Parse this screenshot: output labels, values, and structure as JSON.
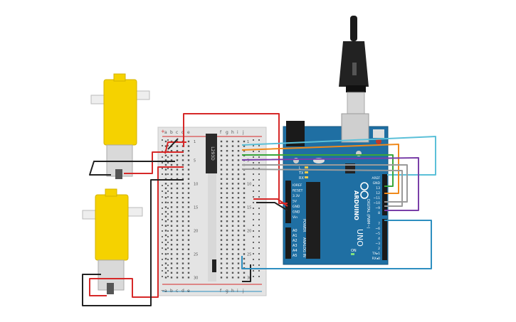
{
  "canvas": {
    "background": "#ffffff"
  },
  "breadboard": {
    "rail_plus": "+",
    "rail_minus": "−",
    "columns_left": [
      "a",
      "b",
      "c",
      "d",
      "e"
    ],
    "columns_right": [
      "f",
      "g",
      "h",
      "i",
      "j"
    ],
    "row_labels": [
      "1",
      "5",
      "10",
      "15",
      "20",
      "25",
      "30"
    ]
  },
  "ic": {
    "label": "L293D"
  },
  "arduino": {
    "brand": "ARDUINO",
    "model": "UNO",
    "power_labels": [
      "IOREF",
      "RESET",
      "3.3V",
      "5V",
      "GND",
      "GND",
      "Vin"
    ],
    "power_header": "POWER",
    "analog_header": "ANALOG IN",
    "analog_labels": [
      "A0",
      "A1",
      "A2",
      "A3",
      "A4",
      "A5"
    ],
    "digital_header": "DIGITAL (PWM~)",
    "digital_top_labels": [
      "AREF",
      "GND",
      "13",
      "12",
      "~11",
      "~10",
      "~9",
      "8"
    ],
    "digital_bottom_labels": [
      "7",
      "~6",
      "~5",
      "4",
      "~3",
      "2",
      "TX▸1",
      "RX◂0"
    ],
    "status_leds": [
      "L",
      "TX",
      "RX"
    ],
    "on_label": "ON"
  },
  "motors": [
    {
      "name": "motor-top",
      "color": "#f5d200"
    },
    {
      "name": "motor-bottom",
      "color": "#f5d200"
    }
  ],
  "colors": {
    "wire_red": "#d62828",
    "wire_black": "#222222",
    "wire_cyan": "#5bc0d8",
    "wire_orange": "#f08a1c",
    "wire_green": "#3aa63a",
    "wire_purple": "#7a3fa8",
    "wire_gray": "#9a9a9a",
    "wire_blue": "#2e8fc0",
    "board_blue": "#1f6fa3",
    "breadboard": "#e4e4e4"
  }
}
